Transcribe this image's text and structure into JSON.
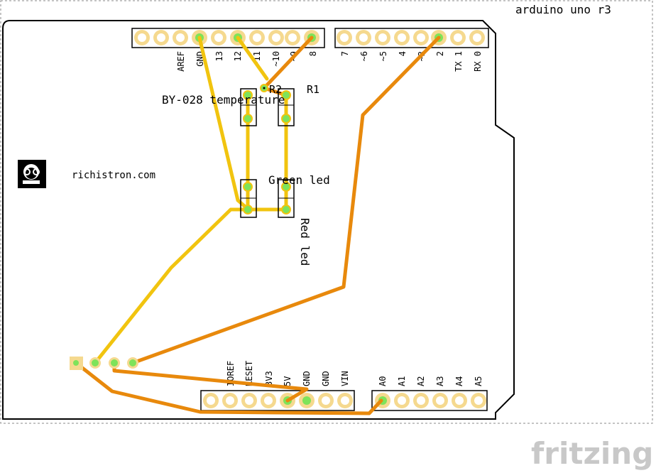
{
  "board": {
    "title": "arduino uno r3",
    "website": "richistron.com",
    "top_header_labels": [
      "AREF",
      "GND",
      "13",
      "12",
      "~11",
      "~10",
      "~9",
      "8",
      "7",
      "~6",
      "~5",
      "4",
      "~3",
      "2",
      "TX 1",
      "RX 0"
    ],
    "bottom_header_labels": [
      "IOREF",
      "RESET",
      "3V3",
      "5V",
      "GND",
      "GND",
      "VIN",
      "A0",
      "A1",
      "A2",
      "A3",
      "A4",
      "A5"
    ]
  },
  "components": {
    "sensor_label": "BY-028 temperature",
    "r1_label": "R1",
    "r2_label": "R2",
    "green_led_label": "Green led",
    "red_led_label": "Red led"
  },
  "footer": {
    "brand": "fritzing"
  },
  "colors": {
    "board_outline": "#000000",
    "pad_ring": "#f5d98f",
    "pad_center": "#ffffff",
    "active_pin": "#7ee35a",
    "trace_yellow": "#f1c40f",
    "trace_orange": "#e8890c",
    "brand": "#c8c8c8"
  }
}
